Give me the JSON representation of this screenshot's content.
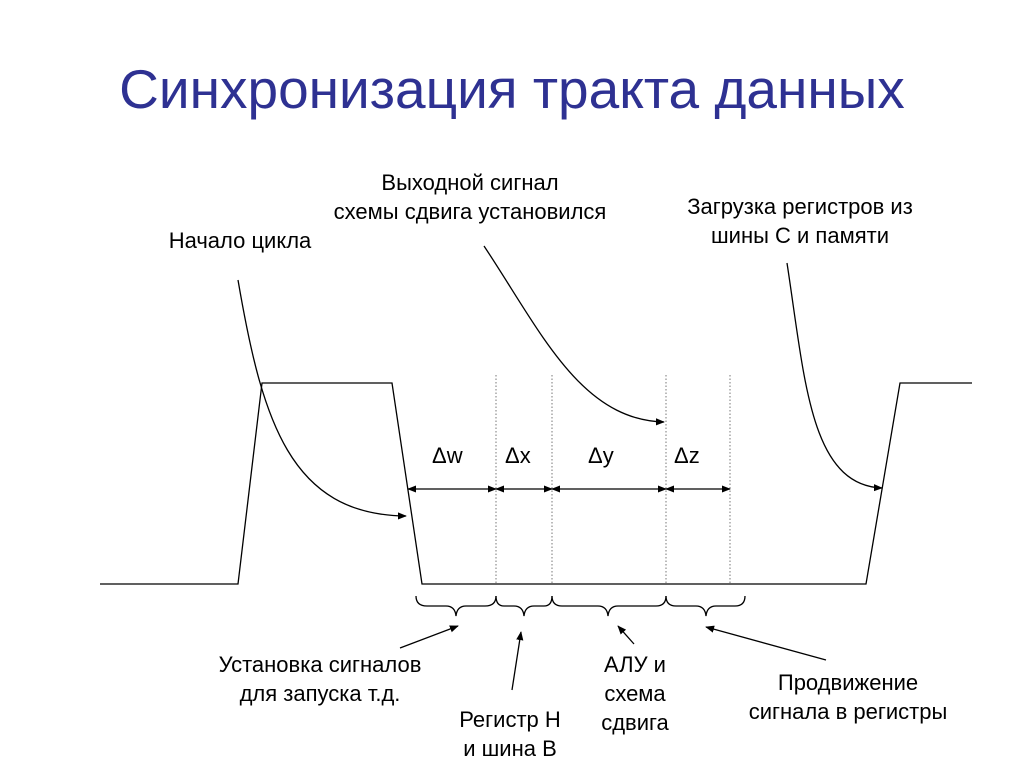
{
  "title": "Синхронизация тракта данных",
  "labels": {
    "cycle_start": "Начало цикла",
    "shift_output_line1": "Выходной сигнал",
    "shift_output_line2": "схемы сдвига установился",
    "register_load_line1": "Загрузка регистров из",
    "register_load_line2": "шины C и памяти",
    "signal_setup_line1": "Установка сигналов",
    "signal_setup_line2": "для запуска т.д.",
    "reg_h_line1": "Регистр H",
    "reg_h_line2": "и шина B",
    "alu_line1": "АЛУ и",
    "alu_line2": "схема",
    "alu_line3": "сдвига",
    "propagation_line1": "Продвижение",
    "propagation_line2": "сигнала в регистры"
  },
  "intervals": [
    "Δw",
    "Δx",
    "Δy",
    "Δz"
  ]
}
